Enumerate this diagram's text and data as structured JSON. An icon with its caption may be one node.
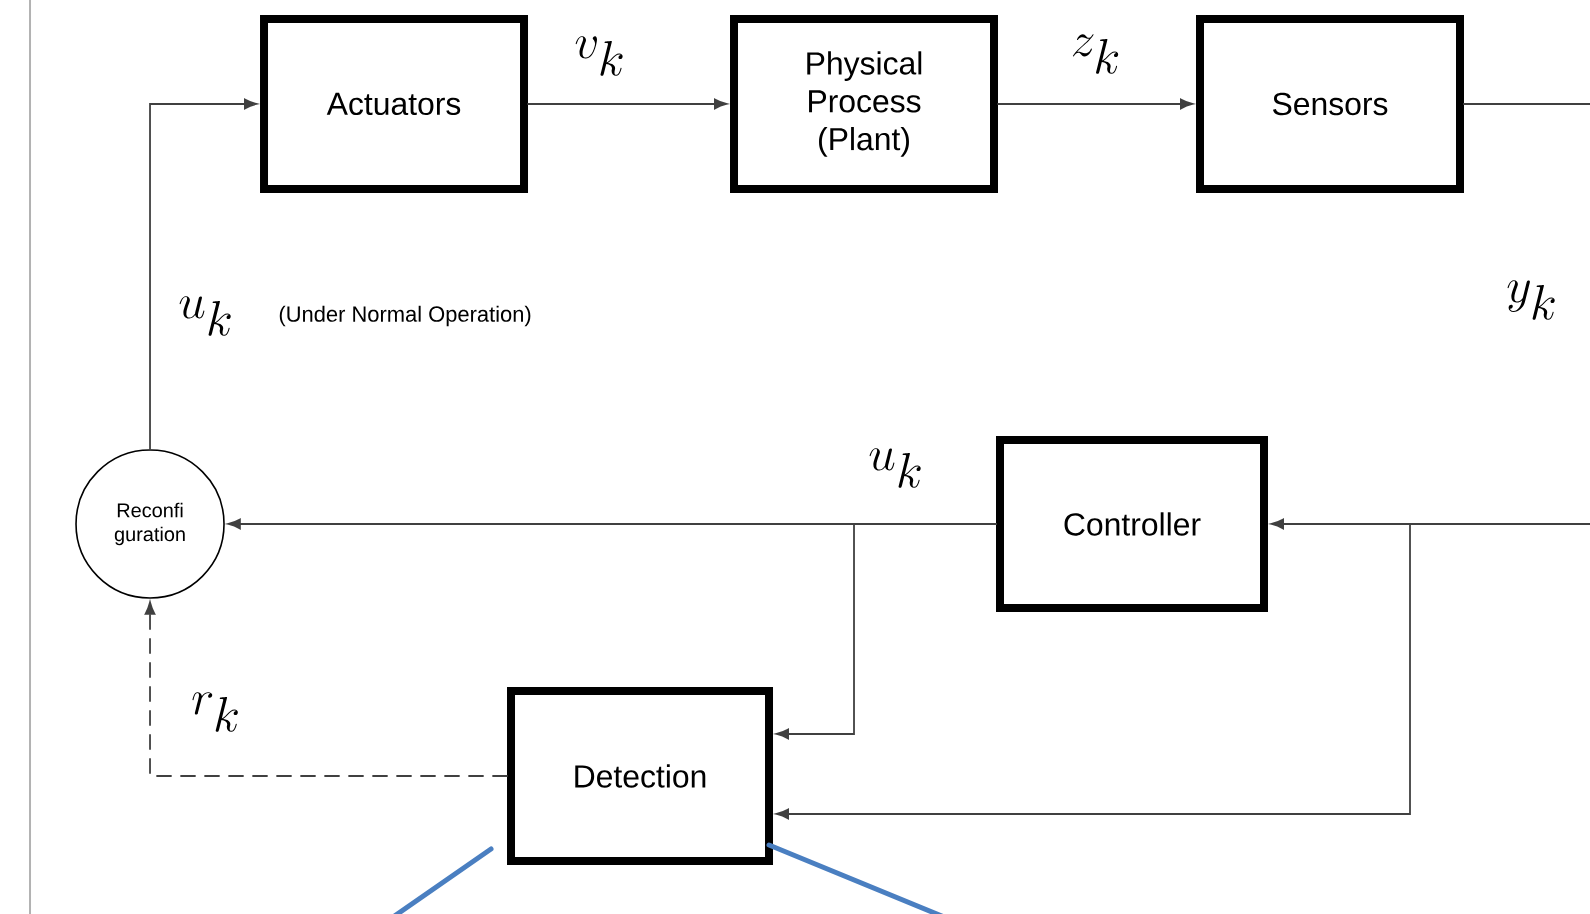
{
  "diagram": {
    "nodes": [
      {
        "text": [
          "Actuators"
        ]
      },
      {
        "text": [
          "Physical Process (Plant)"
        ]
      },
      {
        "text": [
          "Sensors"
        ]
      },
      {
        "text": [
          "Reconfi guration"
        ]
      },
      {
        "text": [
          "Controller"
        ]
      },
      {
        "text": [
          "Detection"
        ]
      }
    ],
    "edges": [
      {
        "from": 0,
        "to": 1,
        "arrow": "to",
        "label": "v_k"
      },
      {
        "from": 1,
        "to": 2,
        "arrow": "to",
        "label": "z_k"
      },
      {
        "from": 2,
        "to": 4,
        "arrow": "to",
        "label": "y_k"
      },
      {
        "from": 4,
        "to": 3,
        "arrow": "to",
        "label": "u_k"
      },
      {
        "from": 4,
        "to": 5,
        "arrow": "to"
      },
      {
        "from": 2,
        "to": 5,
        "arrow": "to"
      },
      {
        "from": 5,
        "to": 3,
        "arrow": "to",
        "label": "r_k",
        "style": "dashed"
      },
      {
        "from": 3,
        "to": 0,
        "arrow": "to",
        "label": "u_k"
      },
      {
        "from": 5,
        "to": null,
        "arrow": "none",
        "color": "#4a7fc1",
        "style": "thick"
      },
      {
        "from": 5,
        "to": null,
        "arrow": "none",
        "color": "#4a7fc1",
        "style": "thick"
      }
    ],
    "labels": [
      "(Under Normal Operation)"
    ]
  }
}
